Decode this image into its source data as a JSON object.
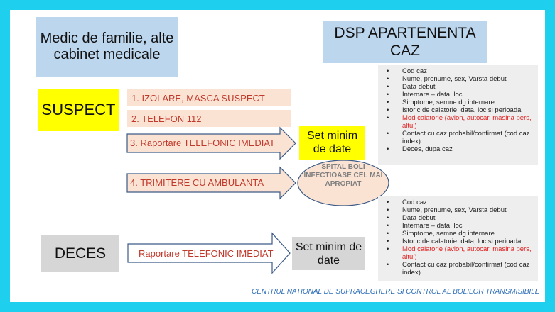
{
  "left_title": "Medic de familie, alte cabinet medicale",
  "right_title": "DSP APARTENENTA CAZ",
  "suspect_label": "SUSPECT",
  "deces_label": "DECES",
  "steps": {
    "s1": "1. IZOLARE, MASCA SUSPECT",
    "s2": "2. TELEFON 112",
    "s3": "3. Raportare TELEFONIC IMEDIAT",
    "s4": "4. TRIMITERE CU AMBULANTA"
  },
  "deces_step": "Raportare TELEFONIC IMEDIAT",
  "set_minim_1": "Set minim de date",
  "set_minim_2": "Set minim de date",
  "hospital": "SPITAL BOLI INFECTIOASE CEL MAI APROPIAT",
  "info_suspect": [
    {
      "text": "Cod caz",
      "red": false
    },
    {
      "text": "Nume, prenume, sex, Varsta debut",
      "red": false
    },
    {
      "text": "Data debut",
      "red": false
    },
    {
      "text": "Internare – data, loc",
      "red": false
    },
    {
      "text": "Simptome, semne dg internare",
      "red": false
    },
    {
      "text": "Istoric de calatorie, data, loc si perioada",
      "red": false
    },
    {
      "text": "Mod calatorie (avion, autocar, masina pers, altul)",
      "red": true
    },
    {
      "text": "Contact cu caz probabil/confirmat (cod caz index)",
      "red": false
    },
    {
      "text": "Deces, dupa caz",
      "red": false
    }
  ],
  "info_deces": [
    {
      "text": "Cod caz",
      "red": false
    },
    {
      "text": "Nume, prenume, sex, Varsta debut",
      "red": false
    },
    {
      "text": "Data debut",
      "red": false
    },
    {
      "text": "Internare – data, loc",
      "red": false
    },
    {
      "text": "Simptome, semne dg internare",
      "red": false
    },
    {
      "text": "Istoric de calatorie, data, loc si perioada",
      "red": false
    },
    {
      "text": "Mod calatorie (avion, autocar, masina pers, altul)",
      "red": true
    },
    {
      "text": "Contact cu caz probabil/confirmat (cod caz index)",
      "red": false
    }
  ],
  "footer": "CENTRUL NATIONAL DE SUPRACEGHERE SI CONTROL AL BOLILOR TRANSMISIBILE",
  "colors": {
    "background": "#1fd0ee",
    "title_box": "#bcd6ee",
    "suspect": "#ffff00",
    "deces": "#d6d6d6",
    "step_fill": "#fbe3d4",
    "step_text": "#c0392b",
    "footer_text": "#2e6eb8"
  }
}
